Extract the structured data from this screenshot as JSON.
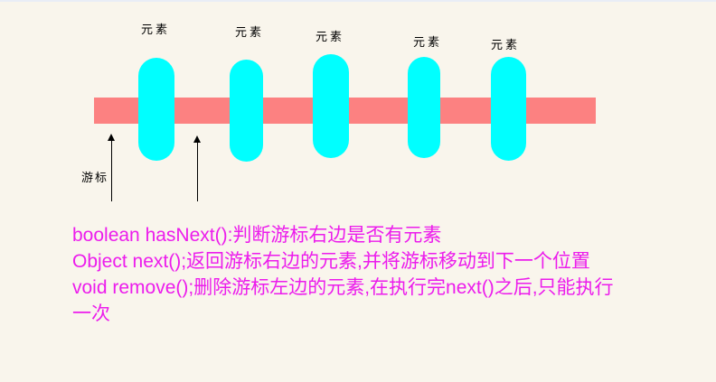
{
  "diagram": {
    "elements": [
      {
        "label": "元素"
      },
      {
        "label": "元素"
      },
      {
        "label": "元素"
      },
      {
        "label": "元素"
      },
      {
        "label": "元素"
      }
    ],
    "cursor_label": "游标",
    "colors": {
      "band": "#FC8181",
      "element_pill": "#00FFFF",
      "label_text": "#000000",
      "notes_text": "#EC1CEC",
      "background": "#F9F5EC",
      "top_edge": "#E9EDF6"
    }
  },
  "notes": {
    "lines": [
      "boolean hasNext():判断游标右边是否有元素",
      "Object next();返回游标右边的元素,并将游标移动到下一个位置",
      "void remove();删除游标左边的元素,在执行完next()之后,只能执行",
      "一次"
    ]
  }
}
